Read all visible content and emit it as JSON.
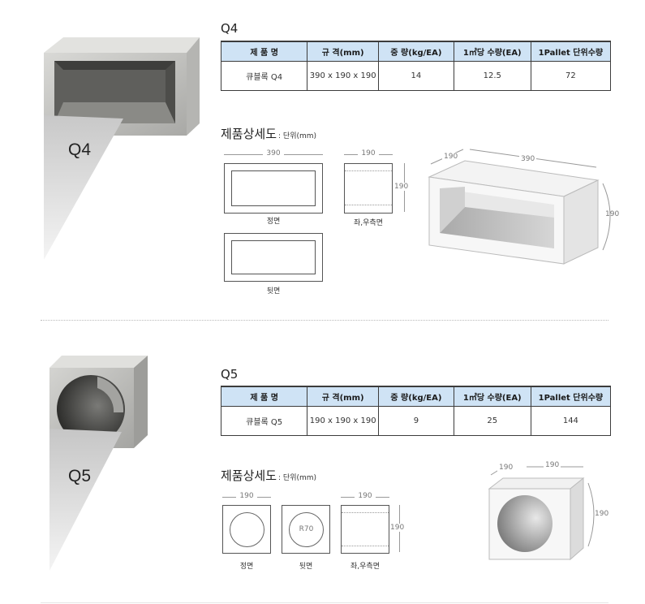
{
  "products": [
    {
      "code": "Q4",
      "big_label": "Q4",
      "headers": [
        "제 품 명",
        "규 격(mm)",
        "중 량(kg/EA)",
        "1㎡당 수량(EA)",
        "1Pallet 단위수량"
      ],
      "row": [
        "큐블록 Q4",
        "390 x 190 x 190",
        "14",
        "12.5",
        "72"
      ],
      "detail_title": "제품상세도",
      "detail_unit": ": 단위(mm)",
      "views": {
        "front": "정면",
        "side": "좌,우측면",
        "back": "뒷면"
      },
      "dims": {
        "front_width": "390",
        "side_width": "190",
        "side_height": "190",
        "iso_depth": "190",
        "iso_width": "390",
        "iso_height": "190"
      }
    },
    {
      "code": "Q5",
      "big_label": "Q5",
      "headers": [
        "제 품 명",
        "규 격(mm)",
        "중 량(kg/EA)",
        "1㎡당 수량(EA)",
        "1Pallet 단위수량"
      ],
      "row": [
        "큐블록 Q5",
        "190 x 190 x 190",
        "9",
        "25",
        "144"
      ],
      "detail_title": "제품상세도",
      "detail_unit": ": 단위(mm)",
      "views": {
        "front": "정면",
        "back": "뒷면",
        "side": "좌,우측면"
      },
      "dims": {
        "front_width": "190",
        "back_radius": "R70",
        "side_width": "190",
        "side_height": "190",
        "iso_depth": "190",
        "iso_width": "190",
        "iso_height": "190"
      }
    }
  ]
}
